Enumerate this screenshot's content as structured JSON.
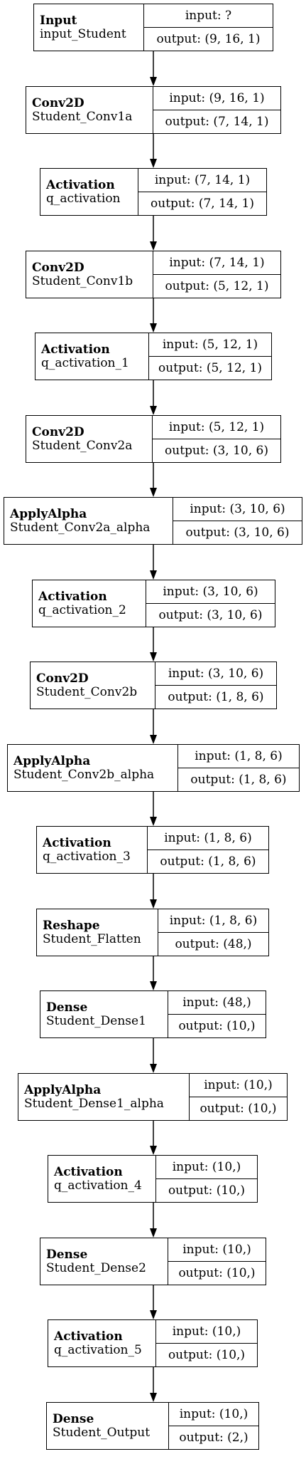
{
  "nodes": [
    {
      "type": "Input",
      "name": "input_Student",
      "input": "input: ?",
      "output": "output: (9, 16, 1)"
    },
    {
      "type": "Conv2D",
      "name": "Student_Conv1a",
      "input": "input: (9, 16, 1)",
      "output": "output: (7, 14, 1)"
    },
    {
      "type": "Activation",
      "name": "q_activation",
      "input": "input: (7, 14, 1)",
      "output": "output: (7, 14, 1)"
    },
    {
      "type": "Conv2D",
      "name": "Student_Conv1b",
      "input": "input: (7, 14, 1)",
      "output": "output: (5, 12, 1)"
    },
    {
      "type": "Activation",
      "name": "q_activation_1",
      "input": "input: (5, 12, 1)",
      "output": "output: (5, 12, 1)"
    },
    {
      "type": "Conv2D",
      "name": "Student_Conv2a",
      "input": "input: (5, 12, 1)",
      "output": "output: (3, 10, 6)"
    },
    {
      "type": "ApplyAlpha",
      "name": "Student_Conv2a_alpha",
      "input": "input: (3, 10, 6)",
      "output": "output: (3, 10, 6)"
    },
    {
      "type": "Activation",
      "name": "q_activation_2",
      "input": "input: (3, 10, 6)",
      "output": "output: (3, 10, 6)"
    },
    {
      "type": "Conv2D",
      "name": "Student_Conv2b",
      "input": "input: (3, 10, 6)",
      "output": "output: (1, 8, 6)"
    },
    {
      "type": "ApplyAlpha",
      "name": "Student_Conv2b_alpha",
      "input": "input: (1, 8, 6)",
      "output": "output: (1, 8, 6)"
    },
    {
      "type": "Activation",
      "name": "q_activation_3",
      "input": "input: (1, 8, 6)",
      "output": "output: (1, 8, 6)"
    },
    {
      "type": "Reshape",
      "name": "Student_Flatten",
      "input": "input: (1, 8, 6)",
      "output": "output: (48,)"
    },
    {
      "type": "Dense",
      "name": "Student_Dense1",
      "input": "input: (48,)",
      "output": "output: (10,)"
    },
    {
      "type": "ApplyAlpha",
      "name": "Student_Dense1_alpha",
      "input": "input: (10,)",
      "output": "output: (10,)"
    },
    {
      "type": "Activation",
      "name": "q_activation_4",
      "input": "input: (10,)",
      "output": "output: (10,)"
    },
    {
      "type": "Dense",
      "name": "Student_Dense2",
      "input": "input: (10,)",
      "output": "output: (10,)"
    },
    {
      "type": "Activation",
      "name": "q_activation_5",
      "input": "input: (10,)",
      "output": "output: (10,)"
    },
    {
      "type": "Dense",
      "name": "Student_Output",
      "input": "input: (10,)",
      "output": "output: (2,)"
    }
  ]
}
